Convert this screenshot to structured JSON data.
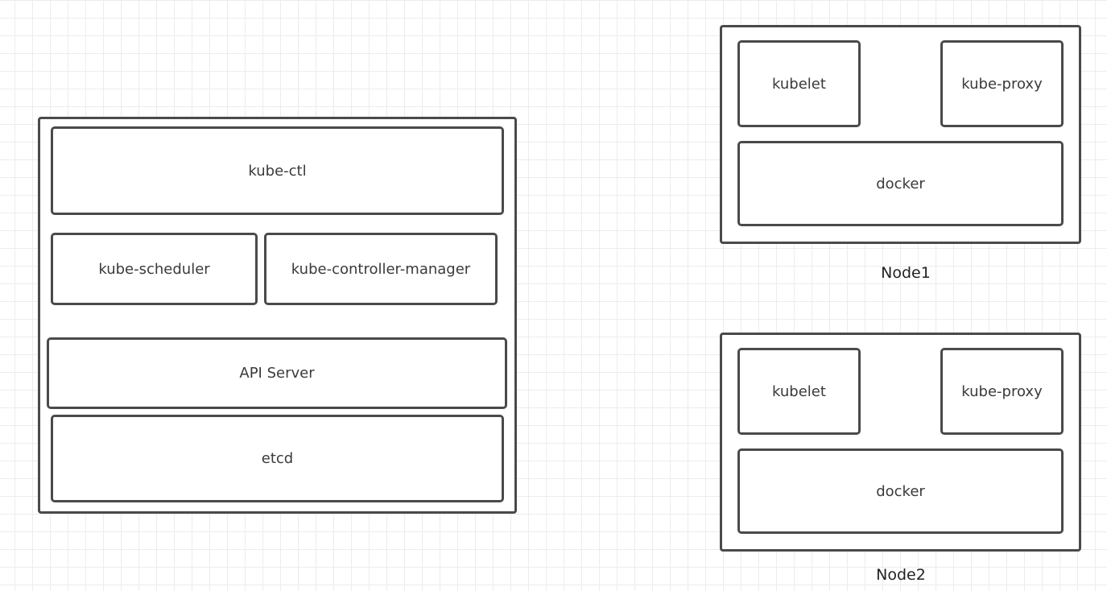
{
  "master": {
    "kubectl": "kube-ctl",
    "scheduler": "kube-scheduler",
    "controller_manager": "kube-controller-manager",
    "api_server": "API Server",
    "etcd": "etcd"
  },
  "node1": {
    "label": "Node1",
    "kubelet": "kubelet",
    "kube_proxy": "kube-proxy",
    "docker": "docker"
  },
  "node2": {
    "label": "Node2",
    "kubelet": "kubelet",
    "kube_proxy": "kube-proxy",
    "docker": "docker"
  }
}
